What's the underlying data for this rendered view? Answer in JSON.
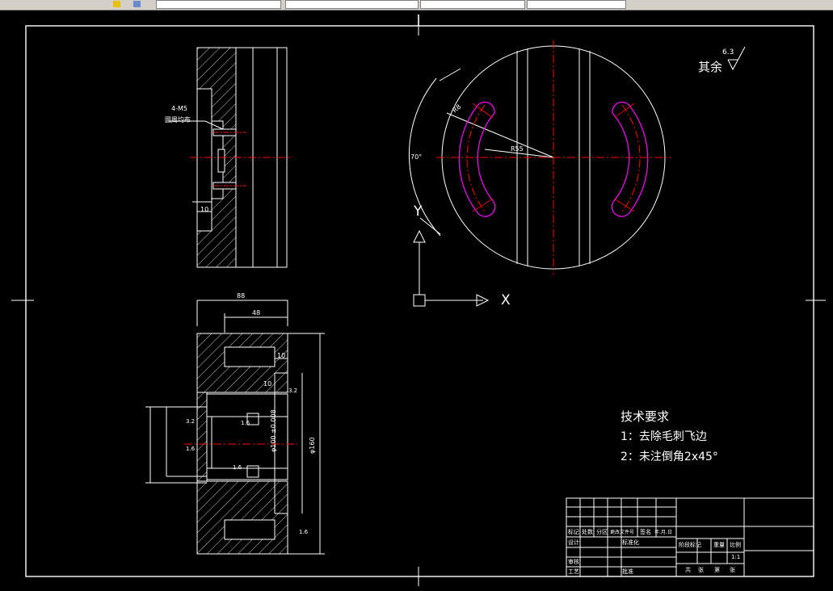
{
  "toolbar": {
    "fields": [
      "",
      "",
      "",
      "",
      "",
      ""
    ]
  },
  "drawing": {
    "roughness_other": "其余",
    "roughness_value": "6.3",
    "tech_title": "技术要求",
    "tech_items": [
      "1：去除毛刺飞边",
      "2：未注倒角2x45°"
    ],
    "axis_x": "X",
    "axis_y": "Y",
    "dims_top_view": [
      "4-M5",
      "圆周均布",
      "10"
    ],
    "dims_section": [
      "88",
      "48",
      "10",
      "10",
      "φ100 ±0.008",
      "φ160"
    ],
    "dims_round": [
      "R8",
      "R55",
      "70°"
    ],
    "roughness_marks": [
      "1.6",
      "1.6",
      "1.6",
      "1.6",
      "3.2",
      "3.2"
    ]
  },
  "title_block": {
    "cells": [
      "标记",
      "处数",
      "分区",
      "更改文件号",
      "签名",
      "年.月.日",
      "设计",
      "标准化",
      "审核",
      "工艺",
      "批准",
      "阶段标记",
      "重量",
      "比例",
      "1:1",
      "共",
      "张",
      "第",
      "张"
    ]
  },
  "colors": {
    "line": "#ffffff",
    "center": "#ff0000",
    "slot": "#ff00ff",
    "background": "#000000"
  }
}
